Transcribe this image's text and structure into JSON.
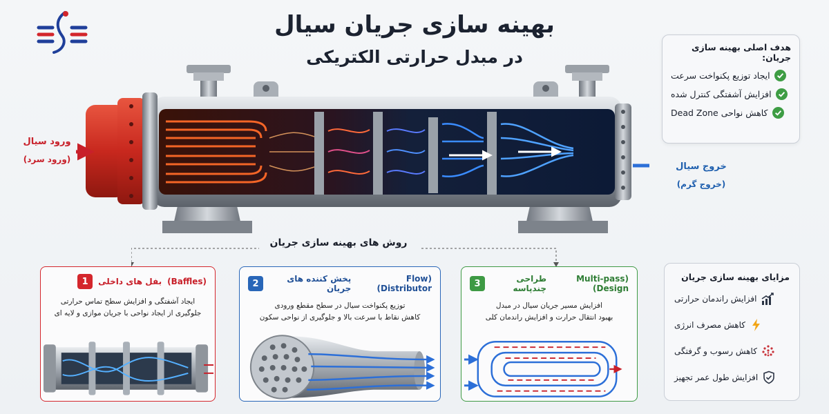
{
  "title": {
    "main": "بهینه سازی جریان سیال",
    "sub": "در مبدل حرارتی الکتریکی"
  },
  "goals": {
    "title": "هدف اصلی بهینه سازی جریان:",
    "items": [
      "ایجاد توزیع پکنواخت سرعت",
      "افزایش آشفتگی کنترل شده",
      "کاهش نواحی Dead Zone"
    ],
    "check_color": "#3e9d44"
  },
  "inlet": {
    "label": "ورود سیال",
    "sub": "(ورود سرد)",
    "color": "#c8202a"
  },
  "outlet": {
    "label": "خروج سیال",
    "sub": "(خروج گرم)",
    "color": "#1f5fae"
  },
  "methods": {
    "header": "روش های بهینه سازی جریان",
    "cards": [
      {
        "number": "1",
        "title": "بفل های داخلی",
        "tag": "(Baffles)",
        "desc_line1": "ایجاد آشفتگی و افزایش سطح تماس حرارتی",
        "desc_line2": "جلوگیری از ایجاد نواحی با جریان موازی و لایه ای",
        "color": "#d4262c"
      },
      {
        "number": "2",
        "title": "پخش کننده های جریان",
        "tag": "(Flow Distributor)",
        "desc_line1": "توزیع پکنواخت سیال در سطح مقطع ورودی",
        "desc_line2": "کاهش نقاط با سرعت بالا و جلوگیری از نواحی سکون",
        "color": "#2966b8"
      },
      {
        "number": "3",
        "title": "طراحی چندپاسه",
        "tag": "(Multi-pass Design)",
        "desc_line1": "افزایش مسیر جریان سیال در مبدل",
        "desc_line2": "بهبود انتقال حرارت و افزایش راندمان کلی",
        "color": "#3e9a44"
      }
    ]
  },
  "benefits": {
    "title": "مزایای بهینه سازی جریان",
    "items": [
      {
        "label": "افزایش راندمان حرارتی",
        "icon": "bar-chart-icon"
      },
      {
        "label": "کاهش مصرف انرژی",
        "icon": "lightning-icon"
      },
      {
        "label": "کاهش رسوب و گرفتگی",
        "icon": "particles-icon"
      },
      {
        "label": "افزایش طول عمر تجهیز",
        "icon": "shield-check-icon"
      }
    ]
  },
  "colors": {
    "hot": "#e84a1c",
    "cold": "#2f7fe0",
    "flange": "#d33a2c"
  }
}
